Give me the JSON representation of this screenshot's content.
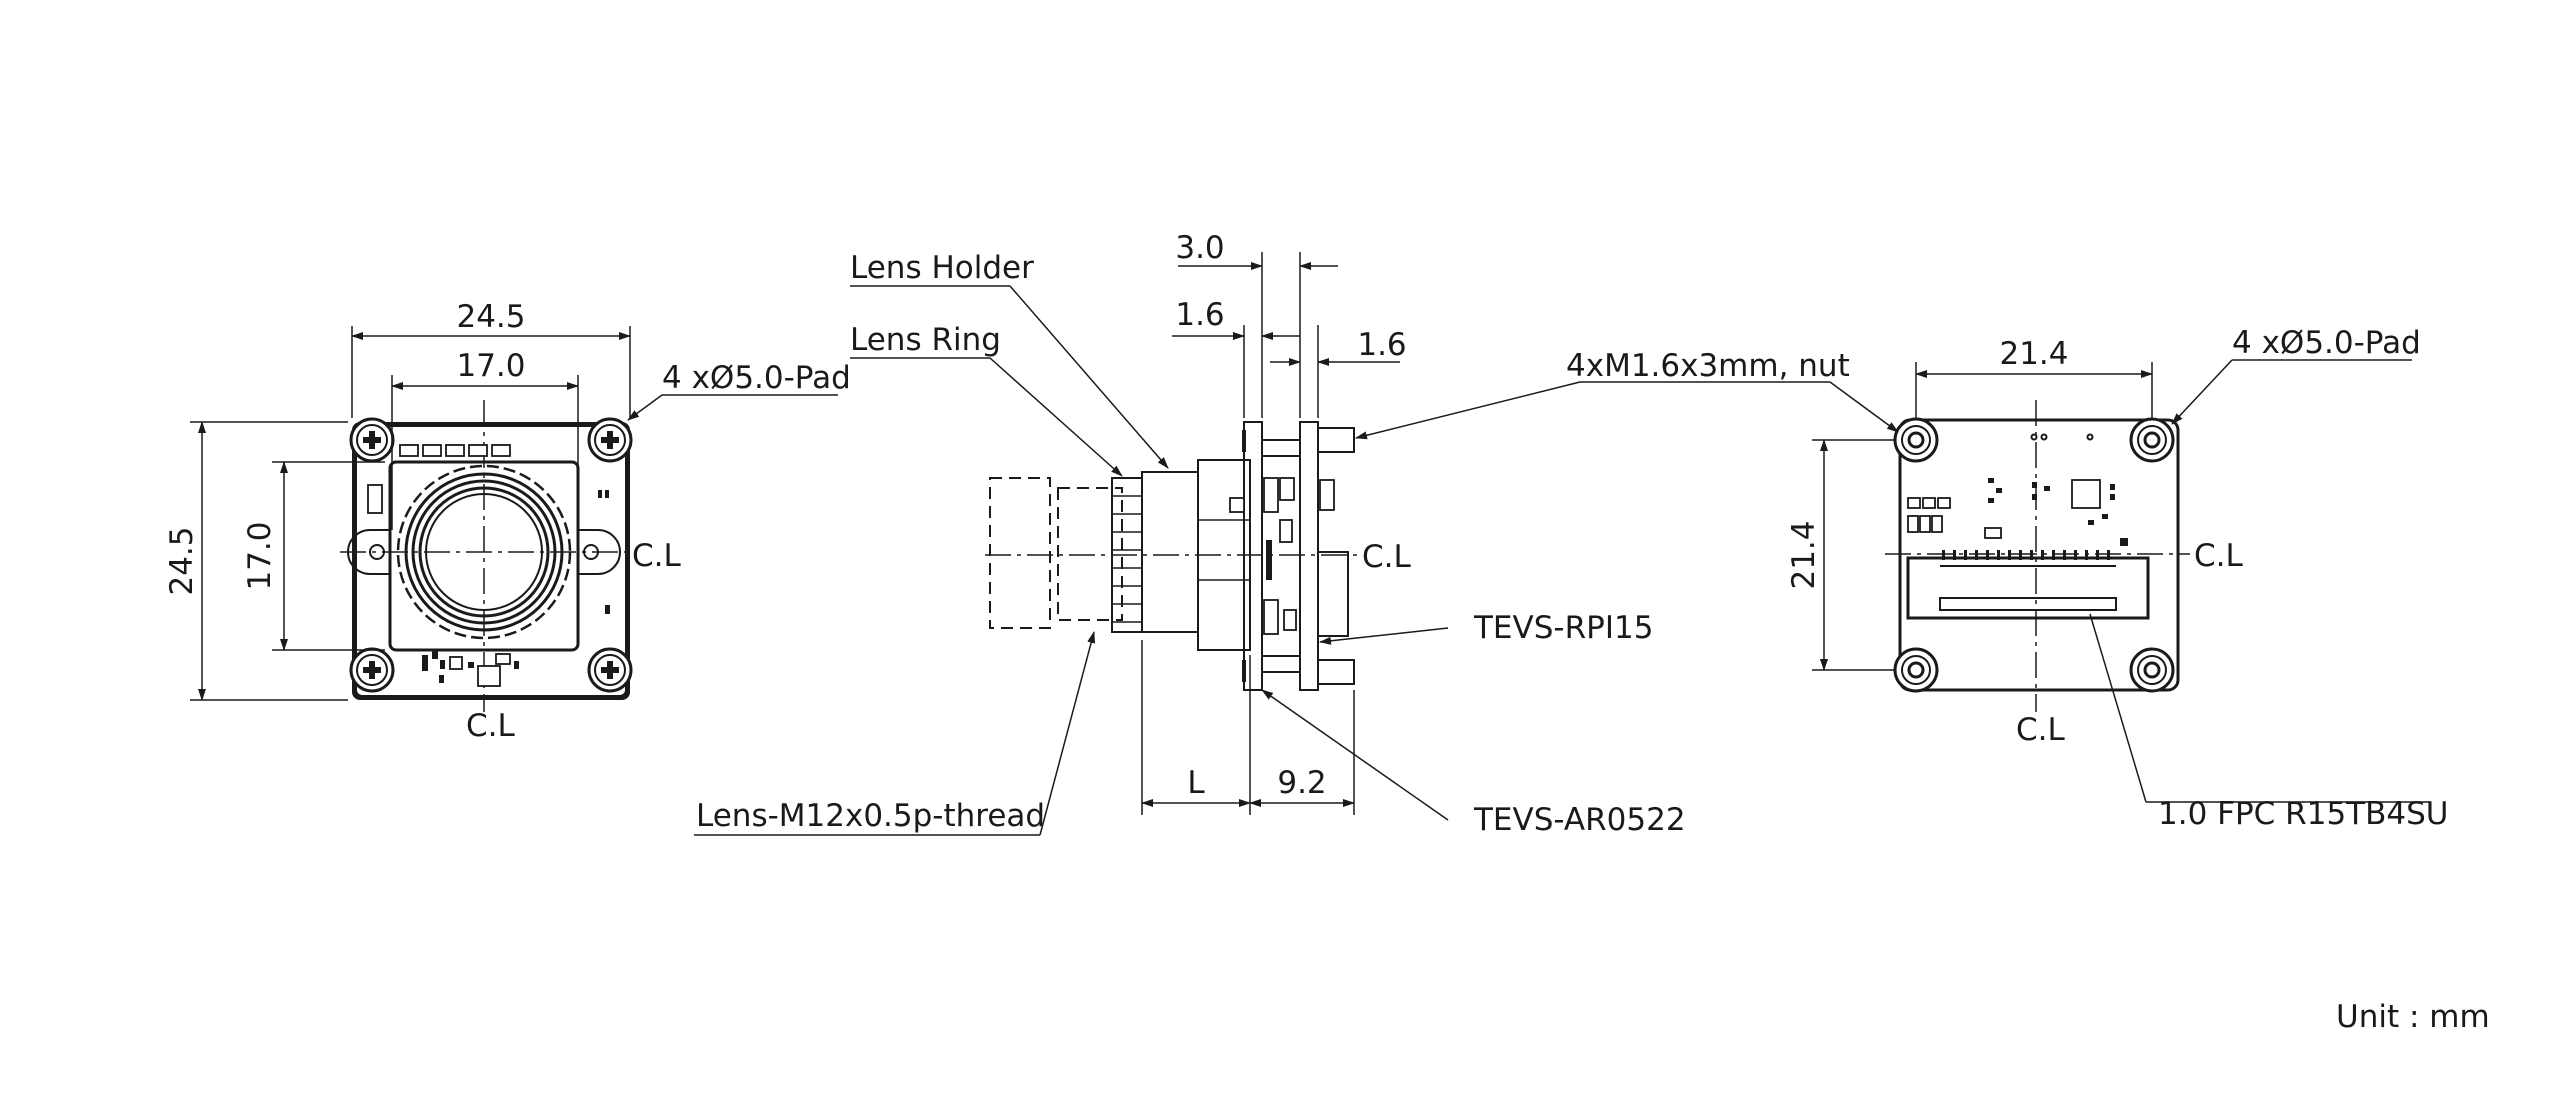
{
  "front_view": {
    "dim_width_outer": "24.5",
    "dim_width_inner": "17.0",
    "dim_height_outer": "24.5",
    "dim_height_inner": "17.0",
    "pad_callout": "4 xØ5.0-Pad",
    "center_line_right": "C.L",
    "center_line_bottom": "C.L"
  },
  "side_view": {
    "lens_holder": "Lens Holder",
    "lens_ring": "Lens Ring",
    "lens_thread": "Lens-M12x0.5p-thread",
    "dim_3_0": "3.0",
    "dim_1_6_left": "1.6",
    "dim_1_6_right": "1.6",
    "dim_L": "L",
    "dim_9_2": "9.2",
    "nut_callout": "4xM1.6x3mm, nut",
    "center_line": "C.L",
    "board_rpi": "TEVS-RPI15",
    "board_ar": "TEVS-AR0522"
  },
  "back_view": {
    "dim_width": "21.4",
    "dim_height": "21.4",
    "pad_callout": "4 xØ5.0-Pad",
    "center_line_right": "C.L",
    "center_line_bottom": "C.L",
    "fpc_callout": "1.0 FPC R15TB4SU"
  },
  "unit_note": "Unit : mm"
}
